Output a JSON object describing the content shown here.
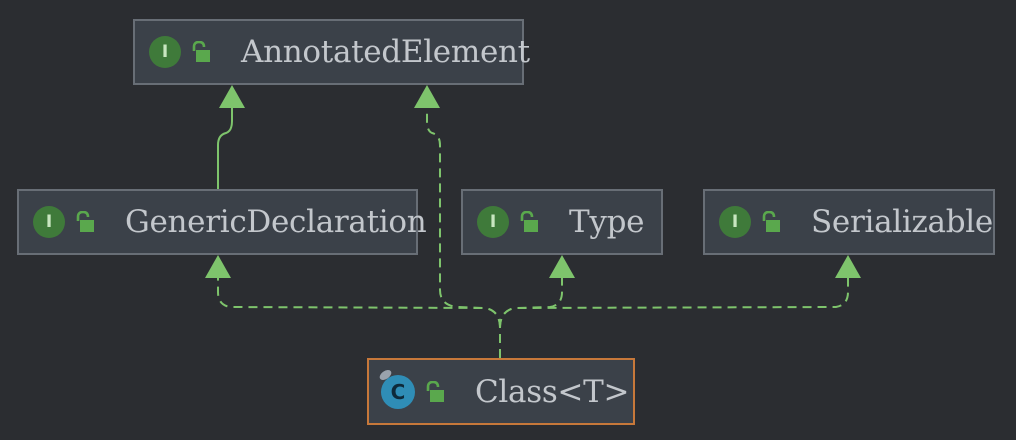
{
  "colors": {
    "background": "#2b2d31",
    "node_fill": "#3b4149",
    "node_border": "#686e76",
    "selected_border": "#c7783a",
    "edge": "#7ec46c",
    "interface_badge": "#3f7a3a",
    "class_badge": "#2f8db6"
  },
  "nodes": {
    "annotated_element": {
      "kind": "interface",
      "badge": "I",
      "icon": "unlocked-padlock-icon",
      "label": "AnnotatedElement"
    },
    "generic_declaration": {
      "kind": "interface",
      "badge": "I",
      "icon": "unlocked-padlock-icon",
      "label": "GenericDeclaration"
    },
    "type": {
      "kind": "interface",
      "badge": "I",
      "icon": "unlocked-padlock-icon",
      "label": "Type"
    },
    "serializable": {
      "kind": "interface",
      "badge": "I",
      "icon": "unlocked-padlock-icon",
      "label": "Serializable"
    },
    "class_t": {
      "kind": "class",
      "badge": "C",
      "icon": "unlocked-padlock-icon",
      "label": "Class<T>",
      "selected": true
    }
  },
  "edges": [
    {
      "from": "generic_declaration",
      "to": "annotated_element",
      "relation": "extends",
      "style": "solid"
    },
    {
      "from": "class_t",
      "to": "generic_declaration",
      "relation": "implements",
      "style": "dashed"
    },
    {
      "from": "class_t",
      "to": "type",
      "relation": "implements",
      "style": "dashed"
    },
    {
      "from": "class_t",
      "to": "serializable",
      "relation": "implements",
      "style": "dashed"
    },
    {
      "from": "class_t",
      "to": "annotated_element",
      "relation": "implements",
      "style": "dashed"
    }
  ]
}
